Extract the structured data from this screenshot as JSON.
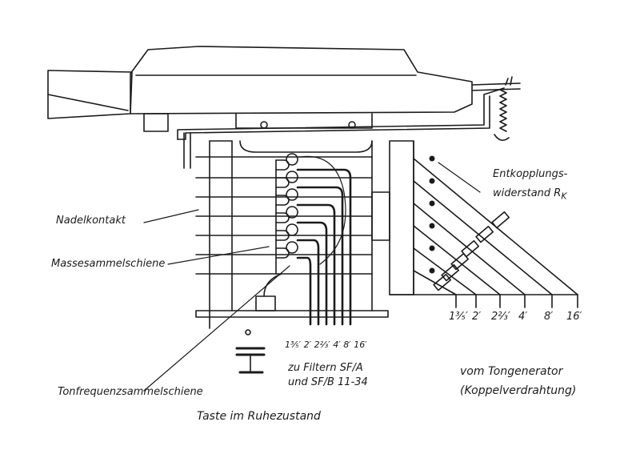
{
  "labels": {
    "coupling_resistor_1": "Entkopplungs-",
    "coupling_resistor_2": "widerstand R",
    "coupling_resistor_sub": "K",
    "needle_contact": "Nadelkontakt",
    "ground_bus": "Massesammelschiene",
    "tone_bus": "Tonfrequenzsammelschiene",
    "footages_left": "1³⁄₅′ 2′ 2⅔′ 4′ 8′ 16′",
    "footages_right": [
      "1³⁄₅′",
      "2′",
      "2⅔′",
      "4′",
      "8′",
      "16′"
    ],
    "filters_1": "zu Filtern  SF/A",
    "filters_2": "und  SF/B   11-34",
    "generator_1": "vom   Tongenerator",
    "generator_2": "(Koppelverdrahtung)",
    "caption": "Taste im Ruhezustand"
  },
  "colors": {
    "ink": "#1b1b1b",
    "paper": "#ffffff"
  }
}
